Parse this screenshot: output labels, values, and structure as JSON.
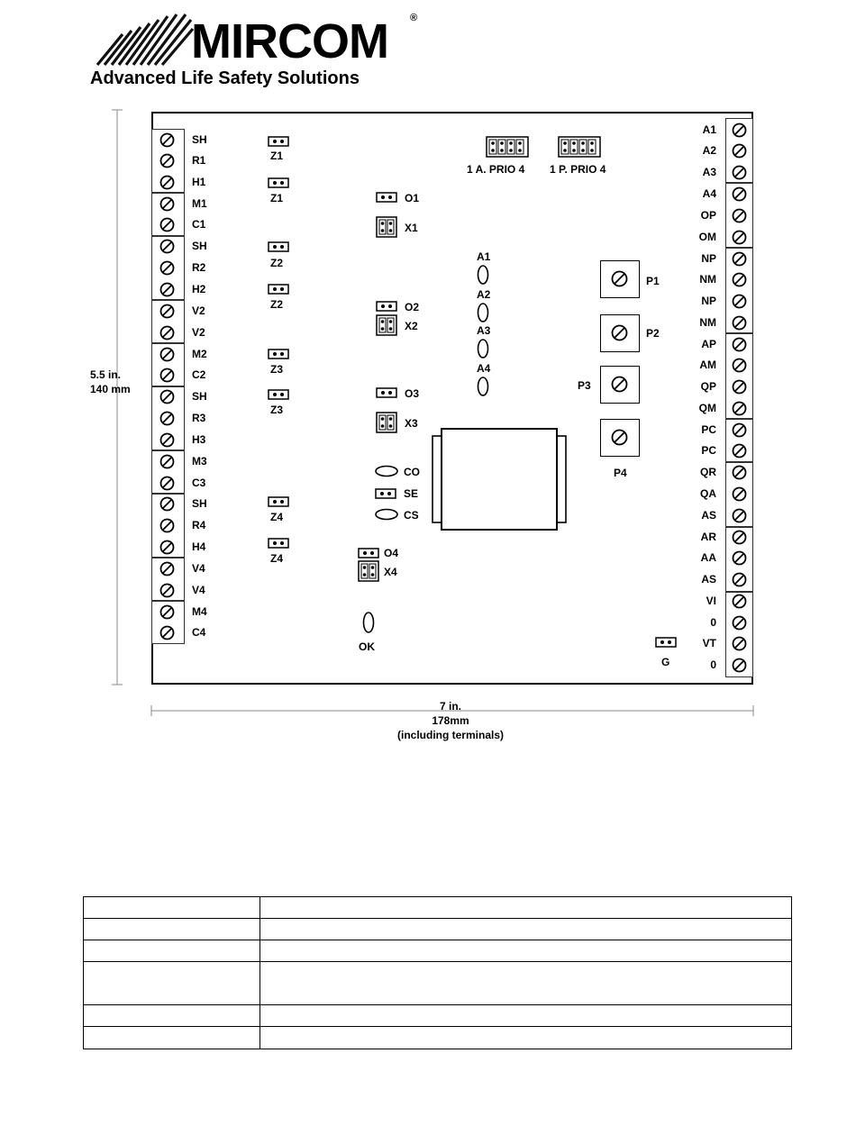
{
  "logo": {
    "brand": "MIRCOM",
    "registered": "®",
    "tagline": "Advanced Life Safety Solutions"
  },
  "dimensions": {
    "height_in": "5.5 in.",
    "height_mm": "140 mm",
    "width_in": "7 in.",
    "width_mm": "178mm",
    "width_note": "(including terminals)"
  },
  "left_terminals": [
    "SH",
    "R1",
    "H1",
    "M1",
    "C1",
    "SH",
    "R2",
    "H2",
    "V2",
    "V2",
    "M2",
    "C2",
    "SH",
    "R3",
    "H3",
    "M3",
    "C3",
    "SH",
    "R4",
    "H4",
    "V4",
    "V4",
    "M4",
    "C4"
  ],
  "right_terminals": [
    "A1",
    "A2",
    "A3",
    "A4",
    "OP",
    "OM",
    "NP",
    "NM",
    "NP",
    "NM",
    "AP",
    "AM",
    "QP",
    "QM",
    "PC",
    "PC",
    "QR",
    "QA",
    "AS",
    "AR",
    "AA",
    "AS",
    "VI",
    "0",
    "VT",
    "0"
  ],
  "zone_jumpers": [
    "Z1",
    "Z1",
    "Z2",
    "Z2",
    "Z3",
    "Z3",
    "Z4",
    "Z4"
  ],
  "output_jumpers": [
    "O1",
    "X1",
    "O2",
    "X2",
    "O3",
    "X3",
    "O4",
    "X4"
  ],
  "prio_jumpers": [
    "1 A. PRIO 4",
    "1 P. PRIO 4"
  ],
  "leds_a": [
    "A1",
    "A2",
    "A3",
    "A4"
  ],
  "status": {
    "co": "CO",
    "se": "SE",
    "cs": "CS",
    "ok": "OK",
    "g": "G"
  },
  "pots": [
    "P1",
    "P2",
    "P3",
    "P4"
  ],
  "spec_table": {
    "rows": [
      [
        "",
        ""
      ],
      [
        "",
        ""
      ],
      [
        "",
        ""
      ],
      [
        "",
        ""
      ],
      [
        "",
        ""
      ],
      [
        "",
        ""
      ]
    ]
  }
}
